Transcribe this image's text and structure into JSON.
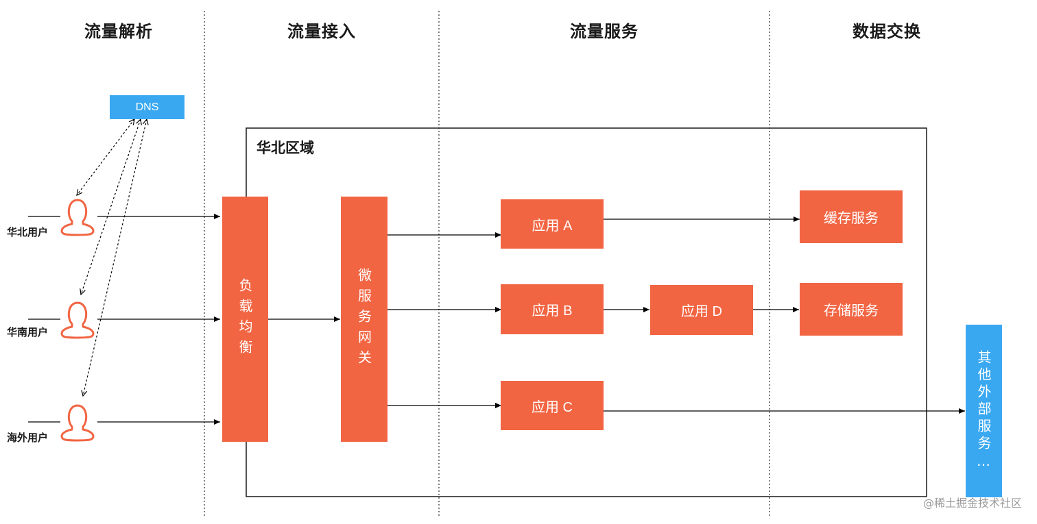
{
  "columns": [
    "流量解析",
    "流量接入",
    "流量服务",
    "数据交换"
  ],
  "dns": "DNS",
  "region": "华北区域",
  "users": [
    "华北用户",
    "华南用户",
    "海外用户"
  ],
  "load_balancer": "负载均衡",
  "gateway": "微服务网关",
  "apps": {
    "a": "应用 A",
    "b": "应用 B",
    "c": "应用 C",
    "d": "应用 D"
  },
  "services": {
    "cache": "缓存服务",
    "storage": "存储服务"
  },
  "external": "其他外部服务…",
  "watermark": "@稀土掘金技术社区",
  "colors": {
    "node": "#f16543",
    "dns": "#3aa8f1",
    "external": "#3aa8f1"
  }
}
